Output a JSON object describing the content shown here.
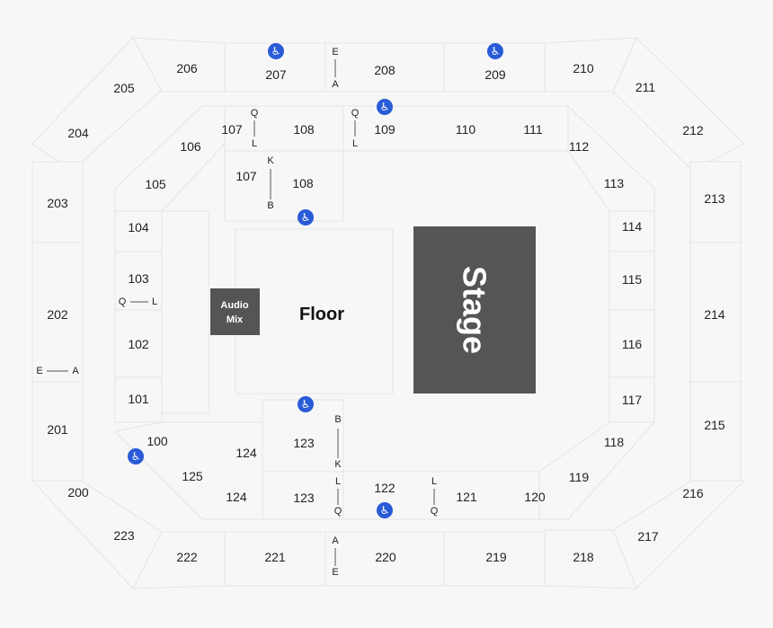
{
  "map": {
    "floor_label": "Floor",
    "stage_label": "Stage",
    "audio_mix_label": [
      "Audio",
      "Mix"
    ],
    "colors": {
      "stage": "#555555",
      "audio_mix": "#555555",
      "accessible_icon": "#2a5bd7",
      "section_border": "#e4e4e4",
      "background": "#f7f7f7"
    },
    "upper_sections": [
      "200",
      "201",
      "202",
      "203",
      "204",
      "205",
      "206",
      "207",
      "208",
      "209",
      "210",
      "211",
      "212",
      "213",
      "214",
      "215",
      "216",
      "217",
      "218",
      "219",
      "220",
      "221",
      "222",
      "223"
    ],
    "lower_sections": [
      "100",
      "101",
      "102",
      "103",
      "104",
      "105",
      "106",
      "107",
      "107",
      "108",
      "108",
      "109",
      "110",
      "111",
      "112",
      "113",
      "114",
      "115",
      "116",
      "117",
      "118",
      "119",
      "120",
      "121",
      "122",
      "123",
      "123",
      "124",
      "124",
      "125"
    ],
    "row_markers": [
      "E",
      "A",
      "Q",
      "L",
      "Q",
      "L",
      "K",
      "B",
      "Q",
      "L",
      "E",
      "A",
      "B",
      "K",
      "L",
      "Q",
      "L",
      "Q",
      "A",
      "E"
    ],
    "accessible_icon": "wheelchair-icon"
  }
}
